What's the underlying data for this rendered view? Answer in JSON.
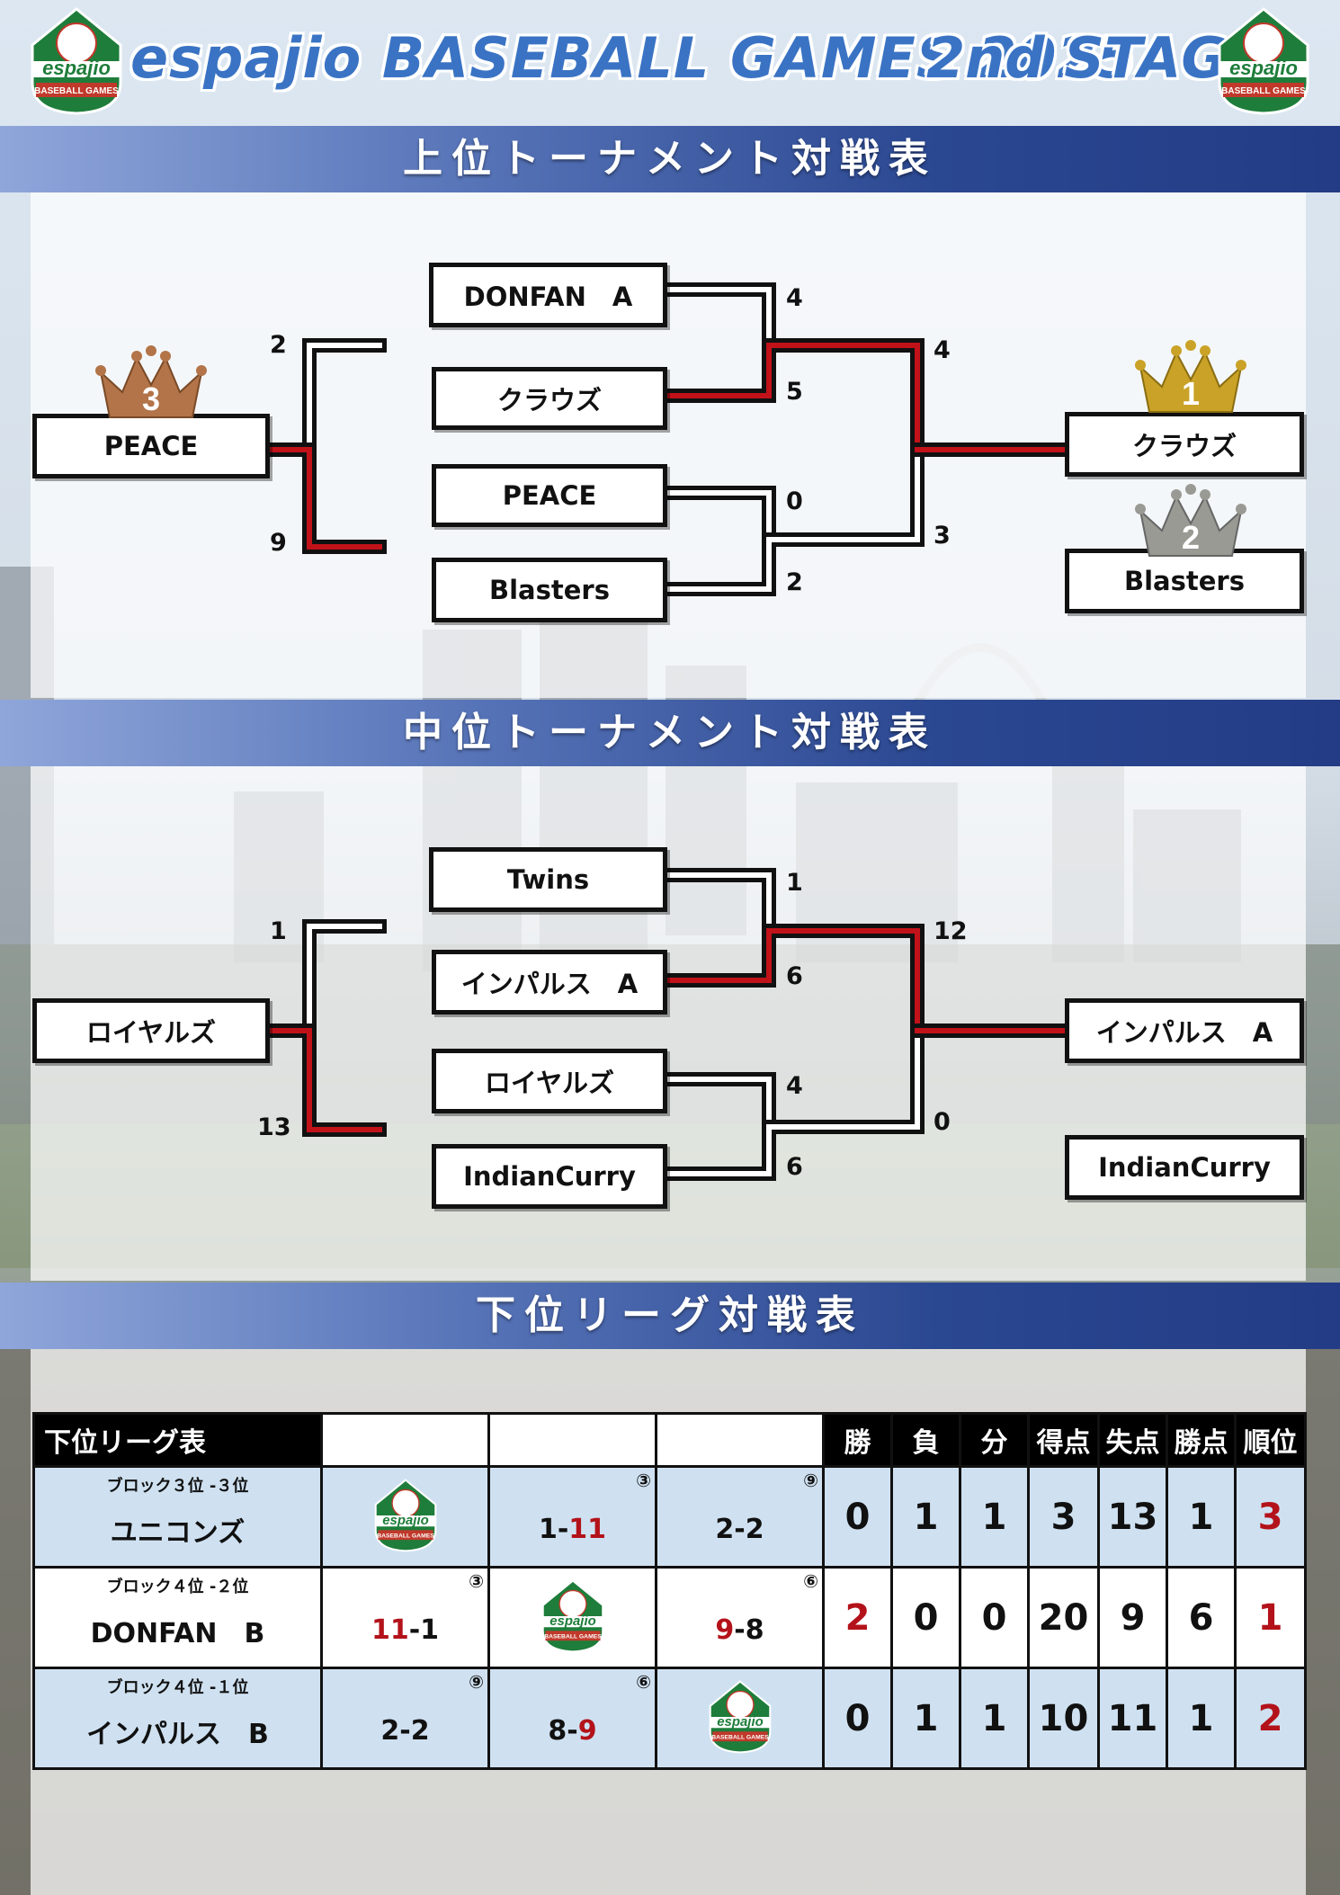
{
  "header": {
    "title": "espajio BASEBALL GAMES 2025",
    "stage": "2nd  STAGE",
    "logo_text": "espajio",
    "logo_sub": "BASEBALL GAMES"
  },
  "sections": {
    "upper": "上位トーナメント対戦表",
    "middle": "中位トーナメント対戦表",
    "lower": "下位リーグ対戦表"
  },
  "upper": {
    "teams": {
      "donfan_a": "DONFAN　A",
      "clouds": "クラウズ",
      "peace_mid": "PEACE",
      "blasters_mid": "Blasters",
      "peace_left": "PEACE",
      "champ": "クラウズ",
      "runner": "Blasters"
    },
    "scores": {
      "s_donfan": "4",
      "s_clouds": "5",
      "s_peace": "0",
      "s_blasters": "2",
      "s_final_top": "4",
      "s_final_bottom": "3",
      "s_third_top": "2",
      "s_third_bottom": "9"
    },
    "crowns": {
      "first": "1",
      "second": "2",
      "third": "3"
    }
  },
  "middle": {
    "teams": {
      "twins": "Twins",
      "impulse_a": "インパルス　A",
      "royals": "ロイヤルズ",
      "indiancurry": "IndianCurry",
      "royals_left": "ロイヤルズ",
      "winner": "インパルス　A",
      "runner": "IndianCurry"
    },
    "scores": {
      "s_twins": "1",
      "s_impulse": "6",
      "s_royals": "4",
      "s_curry": "6",
      "s_final_top": "12",
      "s_final_bottom": "0",
      "s_left_top": "1",
      "s_left_bottom": "13"
    }
  },
  "league": {
    "title": "下位リーグ表",
    "headers": [
      "勝",
      "負",
      "分",
      "得点",
      "失点",
      "勝点",
      "順位"
    ],
    "rows": [
      {
        "note": "ブロック３位 -３位",
        "team": "ユニコンズ",
        "c2_a": "1",
        "c2_sep": "-",
        "c2_b": "11",
        "c2_tag": "③",
        "c3_a": "2",
        "c3_sep": "-",
        "c3_b": "2",
        "c3_tag": "⑨",
        "stats": [
          "0",
          "1",
          "1",
          "3",
          "13",
          "1",
          "3"
        ]
      },
      {
        "note": "ブロック４位 -２位",
        "team": "DONFAN　B",
        "c1_a": "11",
        "c1_sep": "-",
        "c1_b": "1",
        "c1_tag": "③",
        "c3_a": "9",
        "c3_sep": "-",
        "c3_b": "8",
        "c3_tag": "⑥",
        "stats": [
          "2",
          "0",
          "0",
          "20",
          "9",
          "6",
          "1"
        ]
      },
      {
        "note": "ブロック４位 -１位",
        "team": "インパルス　B",
        "c1_a": "2",
        "c1_sep": "-",
        "c1_b": "2",
        "c1_tag": "⑨",
        "c2_a": "8",
        "c2_sep": "-",
        "c2_b": "9",
        "c2_tag": "⑥",
        "stats": [
          "0",
          "1",
          "1",
          "10",
          "11",
          "1",
          "2"
        ]
      }
    ]
  },
  "colors": {
    "accent_red": "#b3121a",
    "band_blue": "#2a4791",
    "title_blue": "#3a73c4",
    "gold": "#c9a227",
    "silver": "#9a9a94",
    "bronze": "#b27448"
  }
}
